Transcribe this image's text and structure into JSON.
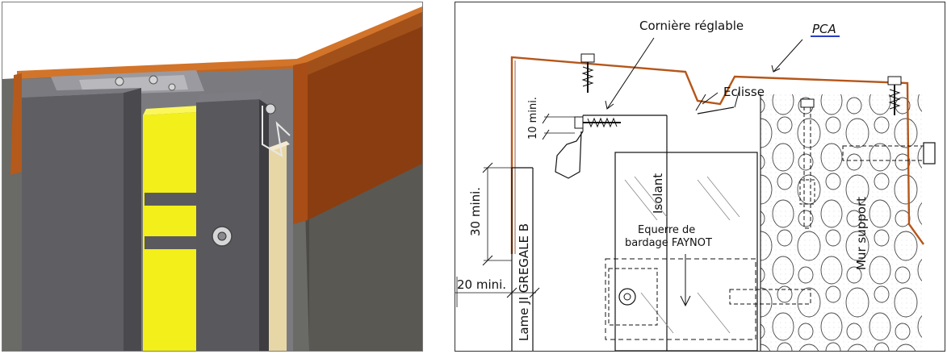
{
  "figure": {
    "labels": {
      "corniere": "Cornière réglable",
      "pca": "PCA",
      "eclisse": "Eclisse",
      "mini_10": "10 mini.",
      "mini_30": "30 mini.",
      "mini_20": "20 mini.",
      "lame": "Lame JI GREGALE B",
      "isolant": "Isolant",
      "equerre_1": "Equerre de",
      "equerre_2": "bardage FAYNOT",
      "mur": "Mur support"
    }
  },
  "colors": {
    "coping": "#b5561a",
    "coping_dark": "#7a3512",
    "panel_gray": "#5d5d60",
    "insulation_yellow": "#f3ef1a",
    "trim_cream": "#e8d7a6",
    "pca_underline": "#2a3cc4"
  }
}
